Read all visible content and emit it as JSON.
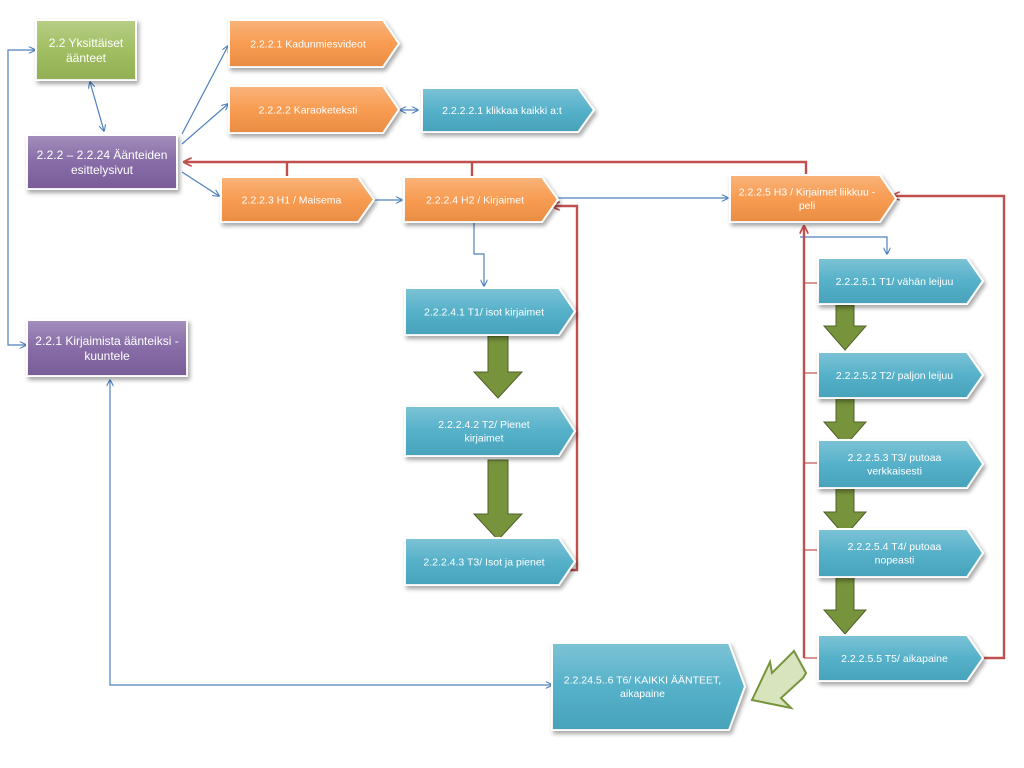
{
  "colors": {
    "green": "#9bbb59",
    "purple": "#8064a2",
    "orange": "#f79646",
    "teal": "#4bacc6",
    "blue_line": "#4f81bd",
    "red_line": "#c0504d",
    "arrow_green": "#77933c",
    "arrow_green_light": "#d7e4bd"
  },
  "nodes": {
    "n22": {
      "lines": [
        "2.2 Yksittäiset",
        "äänteet"
      ]
    },
    "n222": {
      "lines": [
        "2.2.2 – 2.2.24 Äänteiden",
        "esittelysivut"
      ]
    },
    "n221": {
      "lines": [
        "2.2.1 Kirjaimista äänteiksi -",
        "kuuntele"
      ]
    },
    "n2221": {
      "lines": [
        "2.2.2.1 Kadunmiesvideot"
      ]
    },
    "n2222": {
      "lines": [
        "2.2.2.2 Karaoketeksti"
      ]
    },
    "n22221": {
      "lines": [
        "2.2.2.2.1  klikkaa kaikki a:t"
      ]
    },
    "n2223": {
      "lines": [
        "2.2.2.3 H1 / Maisema"
      ]
    },
    "n2224": {
      "lines": [
        "2.2.2.4 H2 / Kirjaimet"
      ]
    },
    "n2225": {
      "lines": [
        "2.2.2.5 H3 / Kirjaimet liikkuu -",
        "peli"
      ]
    },
    "n22241": {
      "lines": [
        "2.2.2.4.1 T1/ isot kirjaimet"
      ]
    },
    "n22242": {
      "lines": [
        "2.2.2.4.2 T2/ Pienet",
        "kirjaimet"
      ]
    },
    "n22243": {
      "lines": [
        "2.2.2.4.3 T3/ Isot ja pienet"
      ]
    },
    "n22251": {
      "lines": [
        "2.2.2.5.1 T1/ vähän leijuu"
      ]
    },
    "n22252": {
      "lines": [
        "2.2.2.5.2 T2/ paljon leijuu"
      ]
    },
    "n22253": {
      "lines": [
        "2.2.2.5.3 T3/ putoaa",
        "verkkaisesti"
      ]
    },
    "n22254": {
      "lines": [
        "2.2.2.5.4 T4/ putoaa",
        "nopeasti"
      ]
    },
    "n22255": {
      "lines": [
        "2.2.2.5.5 T5/ aikapaine"
      ]
    },
    "n22245": {
      "lines": [
        "2.2.24.5..6 T6/ KAIKKI ÄÄNTEET,",
        "aikapaine"
      ]
    }
  }
}
